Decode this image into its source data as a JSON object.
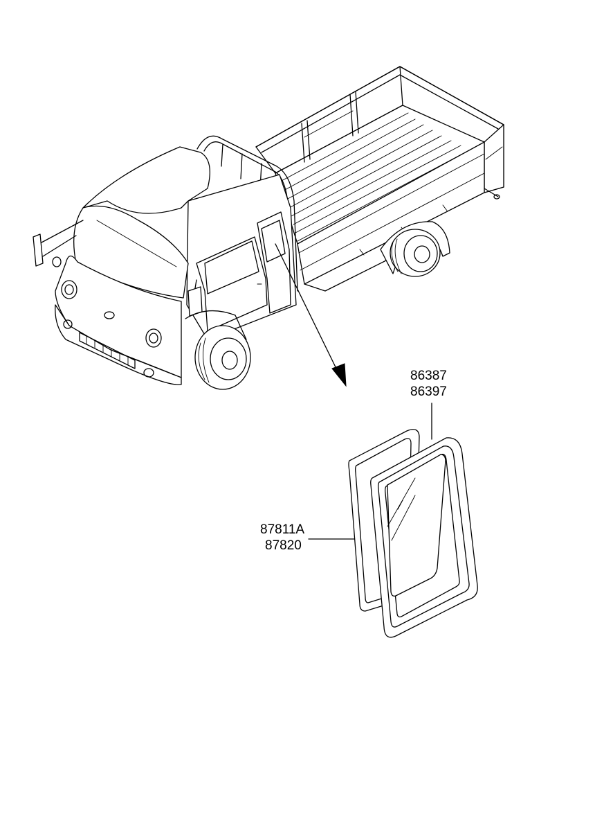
{
  "callouts": [
    {
      "id": "upper",
      "lines": [
        "86387",
        "86397"
      ]
    },
    {
      "id": "lower",
      "lines": [
        "87811A",
        "87820"
      ]
    }
  ],
  "colors": {
    "ink": "#000000",
    "paper": "#ffffff"
  }
}
